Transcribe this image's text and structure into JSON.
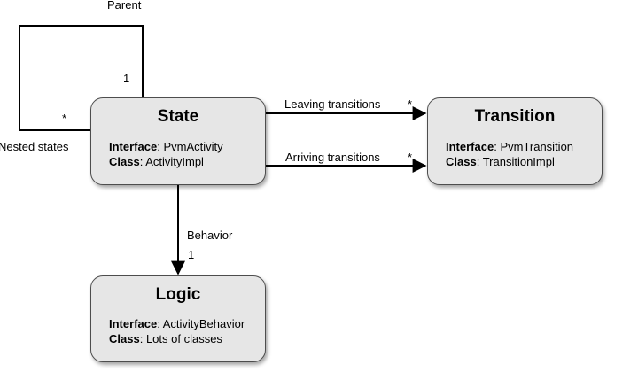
{
  "nodes": {
    "state": {
      "title": "State",
      "interface_key": "Interface",
      "interface_value": "PvmActivity",
      "class_key": "Class",
      "class_value": "ActivityImpl"
    },
    "transition": {
      "title": "Transition",
      "interface_key": "Interface",
      "interface_value": "PvmTransition",
      "class_key": "Class",
      "class_value": "TransitionImpl"
    },
    "logic": {
      "title": "Logic",
      "interface_key": "Interface",
      "interface_value": "ActivityBehavior",
      "class_key": "Class",
      "class_value": "Lots of classes"
    }
  },
  "edges": {
    "self_loop": {
      "parent_label": "Parent",
      "parent_multiplicity": "1",
      "child_label": "Nested states",
      "child_multiplicity": "*"
    },
    "leaving": {
      "label": "Leaving transitions",
      "multiplicity": "*"
    },
    "arriving": {
      "label": "Arriving transitions",
      "multiplicity": "*"
    },
    "behavior": {
      "label": "Behavior",
      "multiplicity": "1"
    }
  }
}
